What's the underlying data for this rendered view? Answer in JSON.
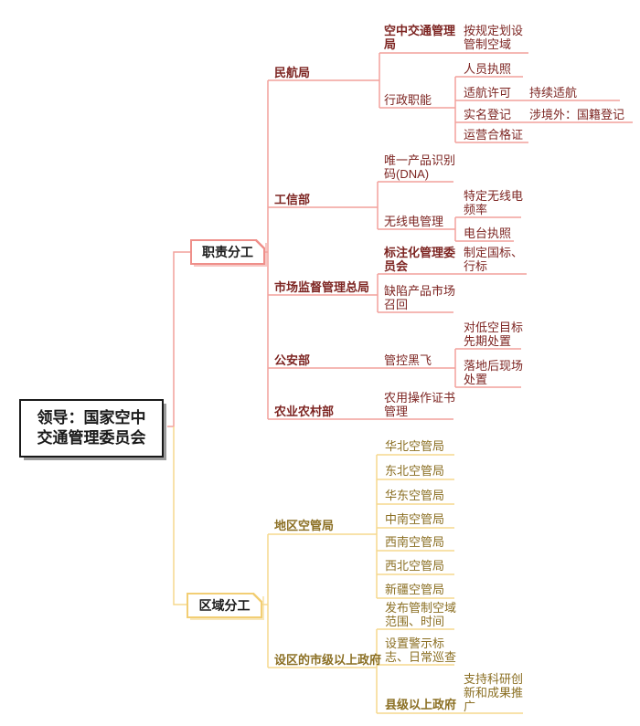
{
  "colors": {
    "background": "#FFFFFF",
    "duty_line": "#F2A19C",
    "duty_text": "#7D2522",
    "duty_box_border": "#EF8F8A",
    "region_line": "#F5D88E",
    "region_text": "#8B6F23",
    "region_box_border": "#F2CE74",
    "root_border": "#1A1A1A",
    "node_text": "#1A1A1A"
  },
  "root": {
    "label": "领导：国家空中\n交通管理委员会"
  },
  "duty": {
    "label": "职责分工",
    "caac": {
      "label": "民航局",
      "atmb": {
        "label": "空中交通管理\n局",
        "airspace": {
          "label": "按规定划设\n管制空域"
        }
      },
      "admin": {
        "label": "行政职能",
        "personnel": {
          "label": "人员执照"
        },
        "airworthiness": {
          "label": "适航许可",
          "continued": {
            "label": "持续适航"
          }
        },
        "realname": {
          "label": "实名登记",
          "overseas": {
            "label": "涉境外：国籍登记"
          }
        },
        "operation": {
          "label": "运营合格证"
        }
      }
    },
    "miit": {
      "label": "工信部",
      "uid": {
        "label": "唯一产品识别\n码(DNA)"
      },
      "radio": {
        "label": "无线电管理",
        "frequency": {
          "label": "特定无线电\n频率"
        },
        "station": {
          "label": "电台执照"
        }
      }
    },
    "samr": {
      "label": "市场监督管理总局",
      "standard": {
        "label": "标注化管理委\n员会",
        "gb": {
          "label": "制定国标、\n行标"
        }
      },
      "recall": {
        "label": "缺陷产品市场\n召回"
      }
    },
    "mps": {
      "label": "公安部",
      "blackflight": {
        "label": "管控黑飞",
        "preliminary": {
          "label": "对低空目标\n先期处置"
        },
        "onsite": {
          "label": "落地后现场\n处置"
        }
      }
    },
    "moa": {
      "label": "农业农村部",
      "agricert": {
        "label": "农用操作证书\n管理"
      }
    }
  },
  "region": {
    "label": "区域分工",
    "regional_atmb": {
      "label": "地区空管局",
      "bureaus": [
        "华北空管局",
        "东北空管局",
        "华东空管局",
        "中南空管局",
        "西南空管局",
        "西北空管局",
        "新疆空管局"
      ]
    },
    "city_gov": {
      "label": "设区的市级以上政府",
      "publish": {
        "label": "发布管制空域\n范围、时间"
      },
      "signs": {
        "label": "设置警示标\n志、日常巡查"
      },
      "county_gov": {
        "label": "县级以上政府",
        "research": {
          "label": "支持科研创\n新和成果推\n广"
        }
      }
    }
  }
}
